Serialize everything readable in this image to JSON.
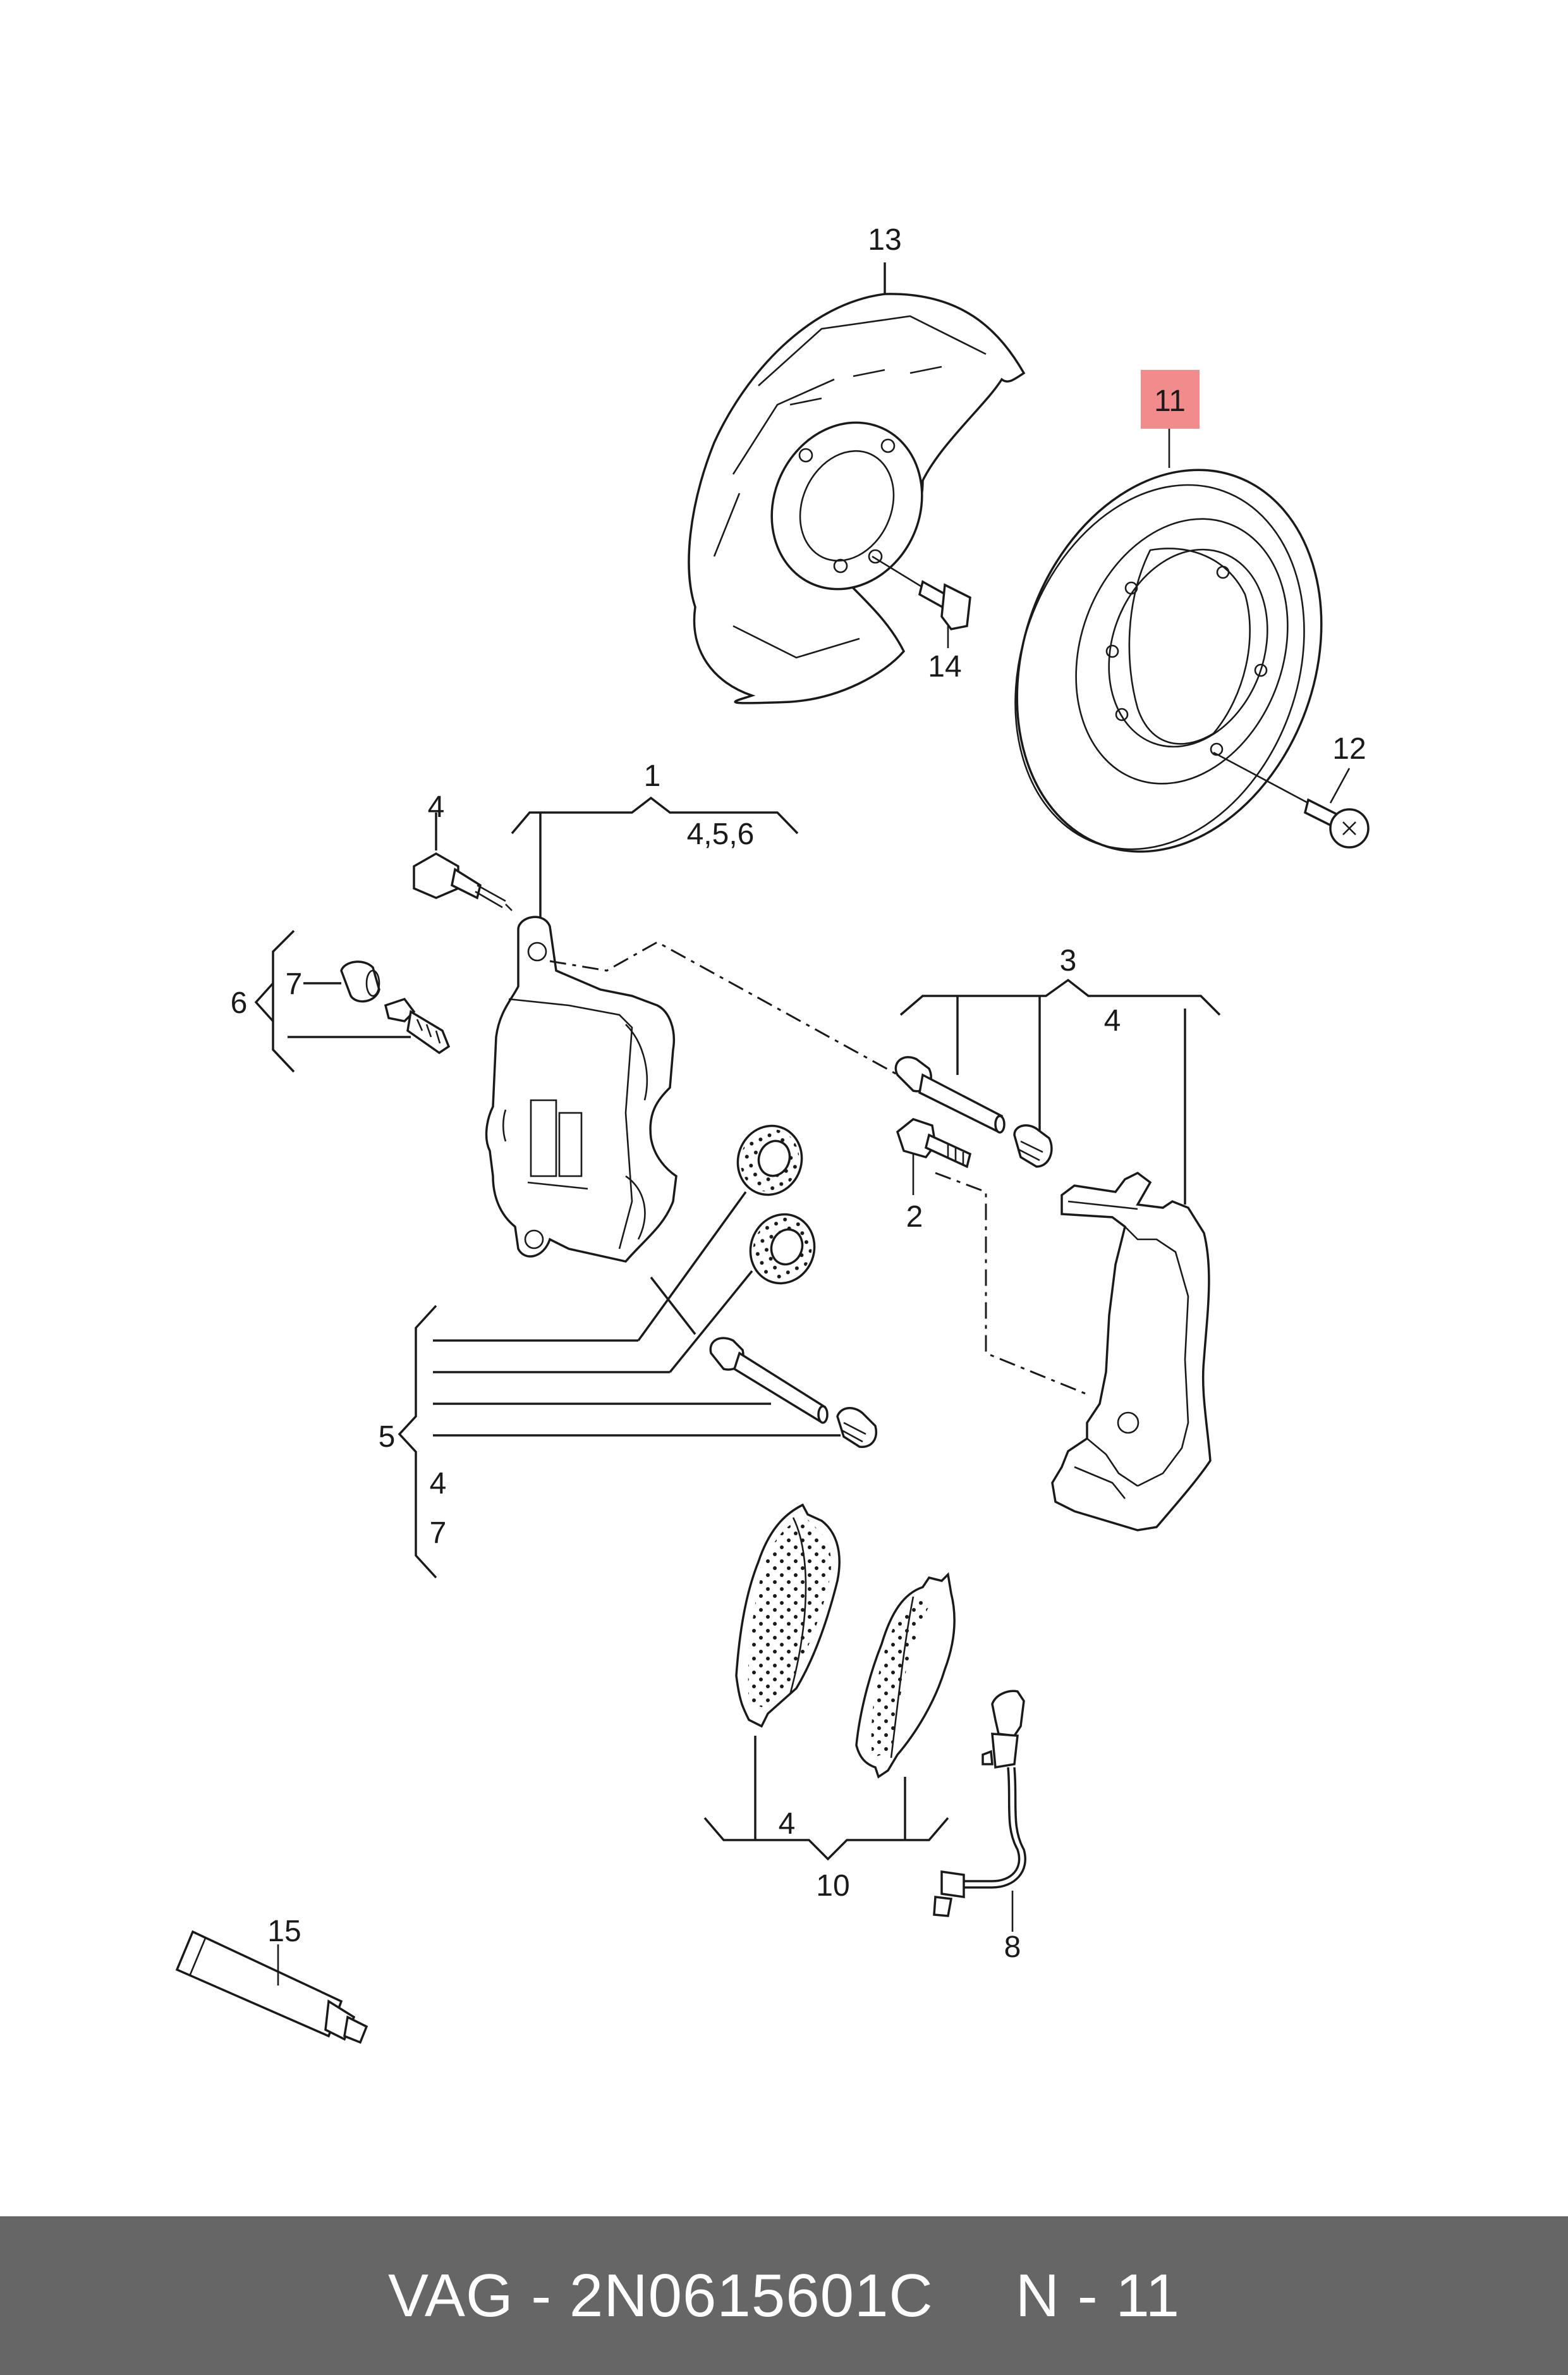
{
  "diagram": {
    "callouts": {
      "c1": "1",
      "c1_sub": "4,5,6",
      "c2": "2",
      "c3": "3",
      "c3_sub": "4",
      "c4": "4",
      "c5": "5",
      "c5_sub_a": "4",
      "c5_sub_b": "7",
      "c6": "6",
      "c7": "7",
      "c8": "8",
      "c10": "10",
      "c10_sub": "4",
      "c11": "11",
      "c12": "12",
      "c13": "13",
      "c14": "14",
      "c15": "15"
    },
    "highlight_color": "#f28b8b"
  },
  "footer": {
    "part_ref": "VAG - 2N0615601C",
    "position": "N - 11",
    "background": "#666666"
  }
}
